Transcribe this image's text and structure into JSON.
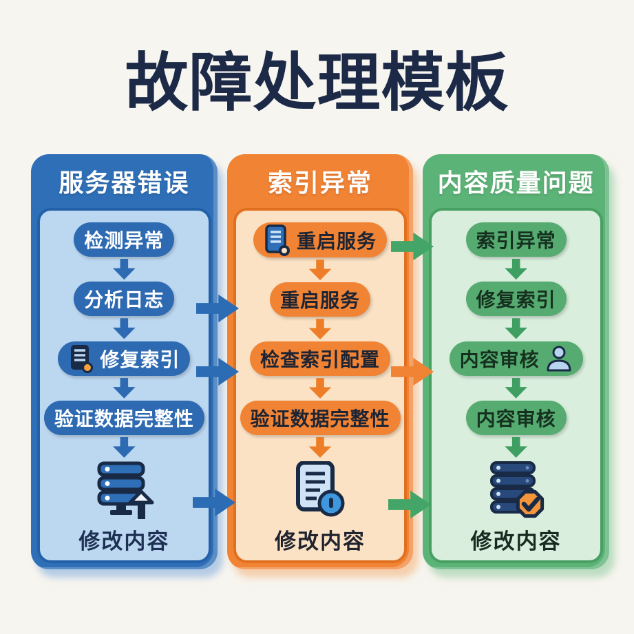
{
  "title": "故障处理模板",
  "palette": {
    "background": "#f7f5ef",
    "title_color": "#1c2947",
    "blue": "#2f6fb7",
    "blue_panel": "#bcd7f0",
    "orange": "#f18334",
    "orange_panel": "#fbe2c5",
    "green": "#5cb377",
    "green_panel": "#d9eedd",
    "icon_navy": "#182a45",
    "info_badge_blue": "#3f97dd",
    "check_badge_orange": "#f5953b",
    "dot_orange": "#f5a13d"
  },
  "columns": [
    {
      "header": "服务器错误",
      "steps": [
        {
          "label": "检测异常"
        },
        {
          "label": "分析日志"
        },
        {
          "label": "修复索引",
          "icon": "server-tower-icon"
        },
        {
          "label": "验证数据完整性"
        }
      ],
      "final": {
        "icon": "server-stack-upload-icon",
        "label": "修改内容"
      }
    },
    {
      "header": "索引异常",
      "steps": [
        {
          "label": "重启服务",
          "icon": "server-tower-search-icon"
        },
        {
          "label": "重启服务"
        },
        {
          "label": "检查索引配置"
        },
        {
          "label": "验证数据完整性"
        }
      ],
      "final": {
        "icon": "document-info-icon",
        "label": "修改内容"
      }
    },
    {
      "header": "内容质量问题",
      "steps": [
        {
          "label": "索引异常"
        },
        {
          "label": "修复索引"
        },
        {
          "label": "内容审核",
          "icon": "person-icon"
        },
        {
          "label": "内容审核"
        }
      ],
      "final": {
        "icon": "server-stack-check-icon",
        "label": "修改内容"
      }
    }
  ],
  "cross_arrows": [
    {
      "color": "green",
      "from": "索引异常/重启服务",
      "to": "内容质量问题/索引异常"
    },
    {
      "color": "blue",
      "from": "服务器错误/分析日志",
      "to": "索引异常/重启服务"
    },
    {
      "color": "blue",
      "from": "服务器错误/修复索引",
      "to": "索引异常/检查索引配置"
    },
    {
      "color": "orange",
      "from": "索引异常/检查索引配置",
      "to": "内容质量问题/内容审核"
    },
    {
      "color": "blue",
      "from": "服务器错误/修改内容",
      "to": "索引异常/修改内容"
    },
    {
      "color": "green",
      "from": "索引异常/修改内容",
      "to": "内容质量问题/修改内容"
    }
  ]
}
